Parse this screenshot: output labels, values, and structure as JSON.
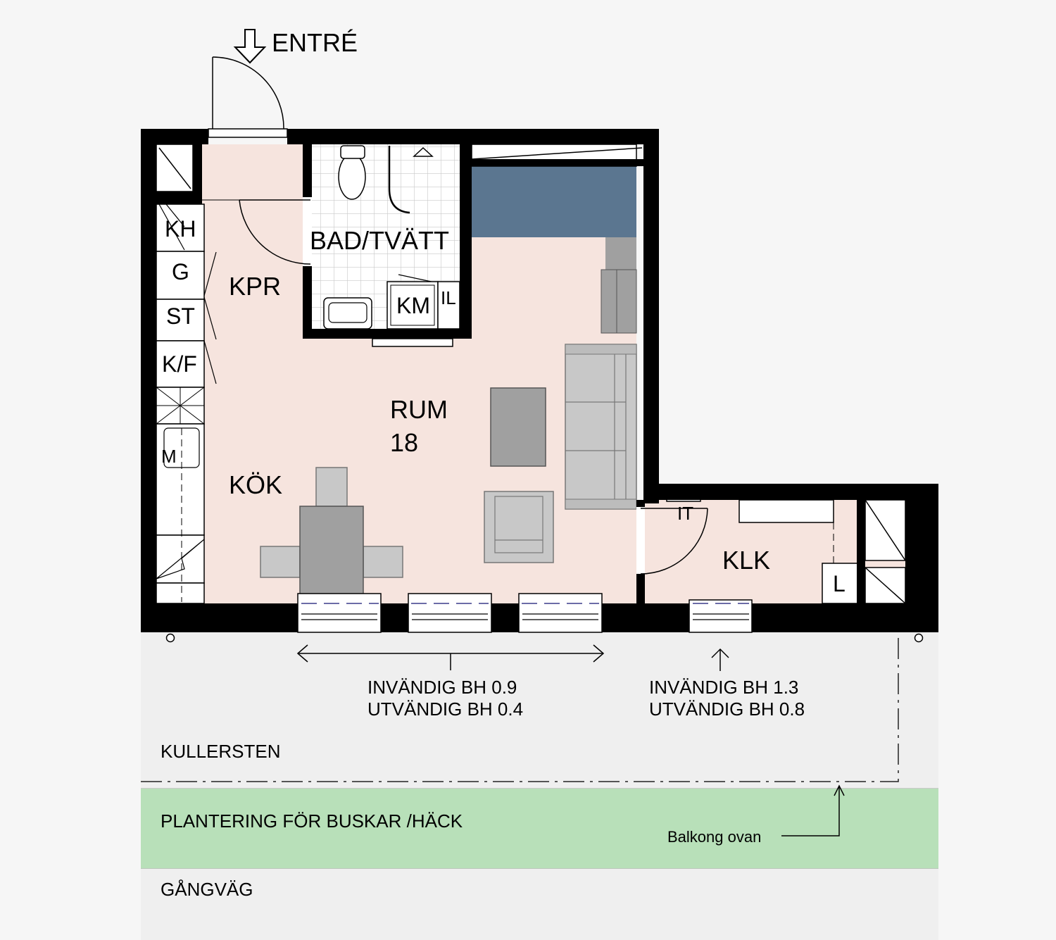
{
  "entrance": "ENTRÉ",
  "rooms": {
    "bath": "BAD/TVÄTT",
    "hall": "KPR",
    "living": "RUM",
    "living_area": "18",
    "kitchen": "KÖK",
    "closet": "KLK"
  },
  "fixtures": {
    "kh": "KH",
    "g": "G",
    "st": "ST",
    "kf": "K/F",
    "m": "M",
    "km": "KM",
    "il": "IL",
    "it": "IT",
    "l": "L"
  },
  "windows": {
    "left_line1": "INVÄNDIG BH 0.9",
    "left_line2": "UTVÄNDIG BH 0.4",
    "right_line1": "INVÄNDIG BH 1.3",
    "right_line2": "UTVÄNDIG BH 0.8"
  },
  "outside": {
    "cobblestone": "KULLERSTEN",
    "planting": "PLANTERING FÖR BUSKAR /HÄCK",
    "balcony": "Balkong ovan",
    "walkway": "GÅNGVÄG"
  },
  "colors": {
    "background": "#f6f6f6",
    "floor": "#f6e4de",
    "wall": "#000000",
    "bed": "#5b7690",
    "furniture_dark": "#a0a0a0",
    "furniture_light": "#c8c8c8",
    "planting": "#b8e0b9",
    "ground": "#efefef"
  }
}
